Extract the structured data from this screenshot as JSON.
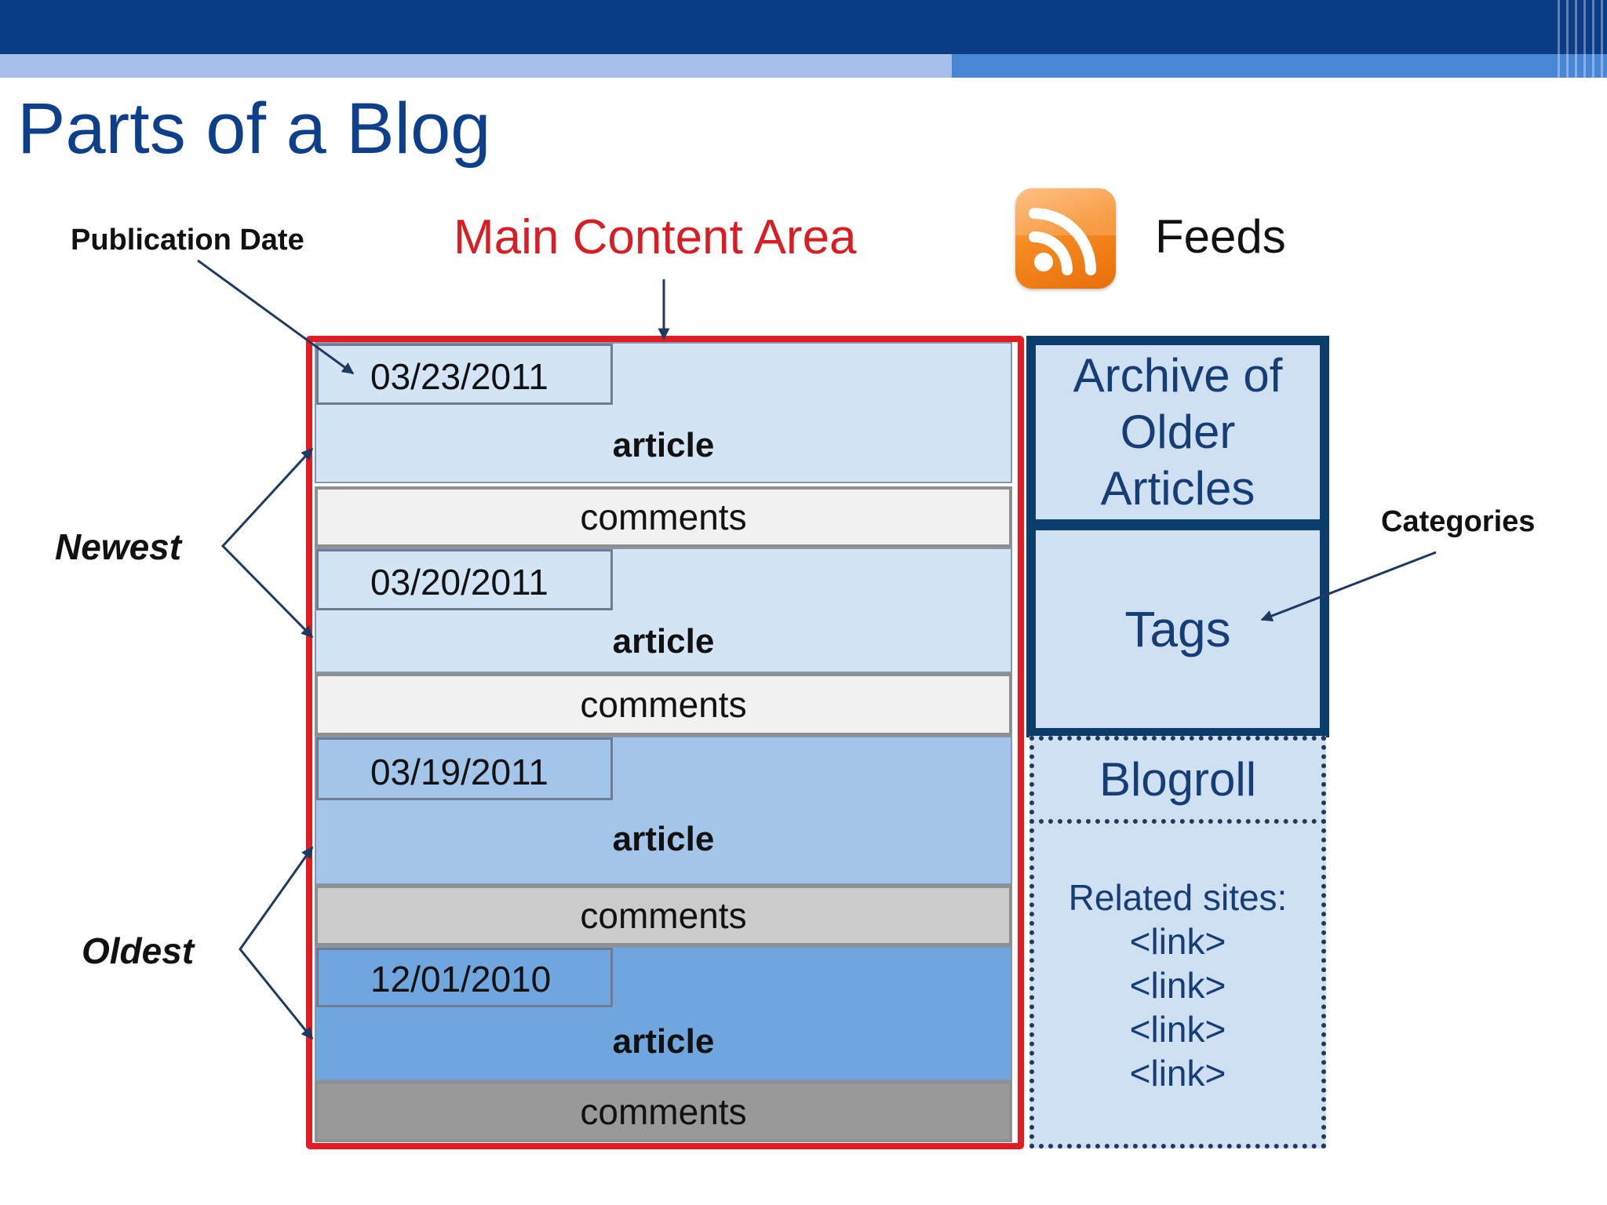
{
  "slide": {
    "title": "Parts of a Blog"
  },
  "labels": {
    "publication_date": "Publication Date",
    "main_content_area": "Main Content Area",
    "feeds": "Feeds",
    "categories": "Categories",
    "newest": "Newest",
    "oldest": "Oldest"
  },
  "posts": [
    {
      "date": "03/23/2011",
      "article": "article",
      "comments": "comments"
    },
    {
      "date": "03/20/2011",
      "article": "article",
      "comments": "comments"
    },
    {
      "date": "03/19/2011",
      "article": "article",
      "comments": "comments"
    },
    {
      "date": "12/01/2010",
      "article": "article",
      "comments": "comments"
    }
  ],
  "sidebar": {
    "archive": "Archive of Older Articles",
    "tags": "Tags",
    "blogroll": "Blogroll",
    "related_title": "Related sites:",
    "links": [
      "<link>",
      "<link>",
      "<link>",
      "<link>"
    ]
  },
  "colors": {
    "header_band": "#0b3d86",
    "title_text": "#0e3f8a",
    "main_area_border": "#e31b23",
    "sidebar_border": "#0b3d6b",
    "feed_icon": "#f58a1f"
  },
  "icons": [
    "rss-feed-icon"
  ]
}
